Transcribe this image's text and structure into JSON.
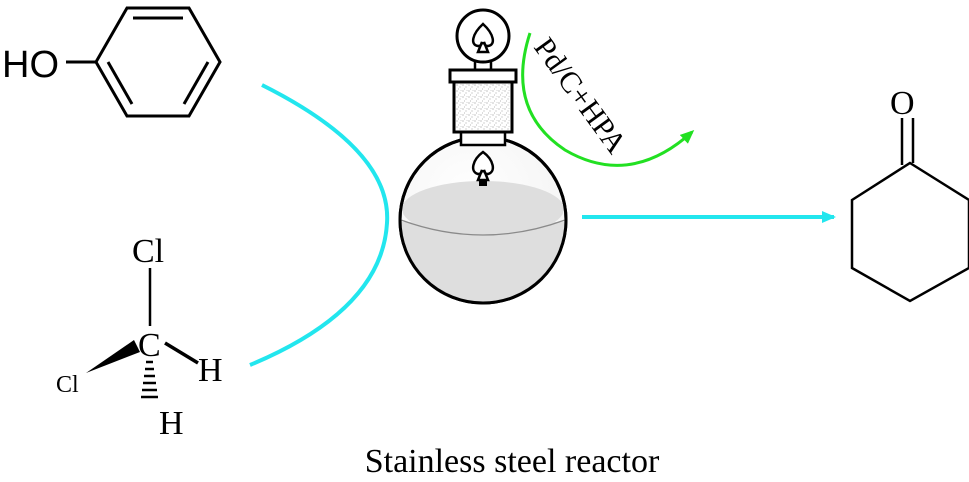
{
  "reactant1": {
    "group_label": "HO"
  },
  "reactant2": {
    "atom_top": "Cl",
    "atom_center": "C",
    "atom_left": "Cl",
    "atom_right": "H",
    "atom_bottom": "H"
  },
  "catalyst": {
    "label": "Pd/C+HPA"
  },
  "product": {
    "atom_label": "O"
  },
  "caption": "Stainless steel reactor",
  "colors": {
    "flow_arrow": "#22e6ee",
    "catalyst_arrow": "#22e022",
    "liquid": "#dedede",
    "line": "#000000"
  }
}
